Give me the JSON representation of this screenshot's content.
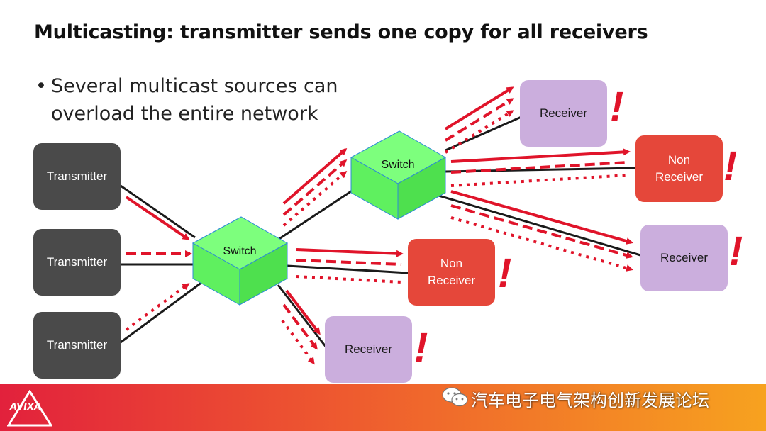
{
  "slide": {
    "title": "Multicasting: transmitter sends one copy for all receivers",
    "bullet": "Several multicast sources can overload the entire network"
  },
  "diagram": {
    "transmitters": [
      "Transmitter",
      "Transmitter",
      "Transmitter"
    ],
    "switches": [
      "Switch",
      "Switch"
    ],
    "receivers": [
      "Receiver",
      "Receiver",
      "Receiver"
    ],
    "non_receivers": [
      {
        "line1": "Non",
        "line2": "Receiver"
      },
      {
        "line1": "Non",
        "line2": "Receiver"
      }
    ],
    "warning_mark": "!",
    "colors": {
      "transmitter": "#4a4a4a",
      "switch": "#66ff66",
      "receiver": "#cbaedd",
      "non_receiver": "#e5473a",
      "arrow": "#e0142a",
      "link": "#1a1a1a"
    }
  },
  "footer": {
    "logo": "AVIXA",
    "watermark": "汽车电子电气架构创新发展论坛",
    "icon": "wechat-icon"
  }
}
